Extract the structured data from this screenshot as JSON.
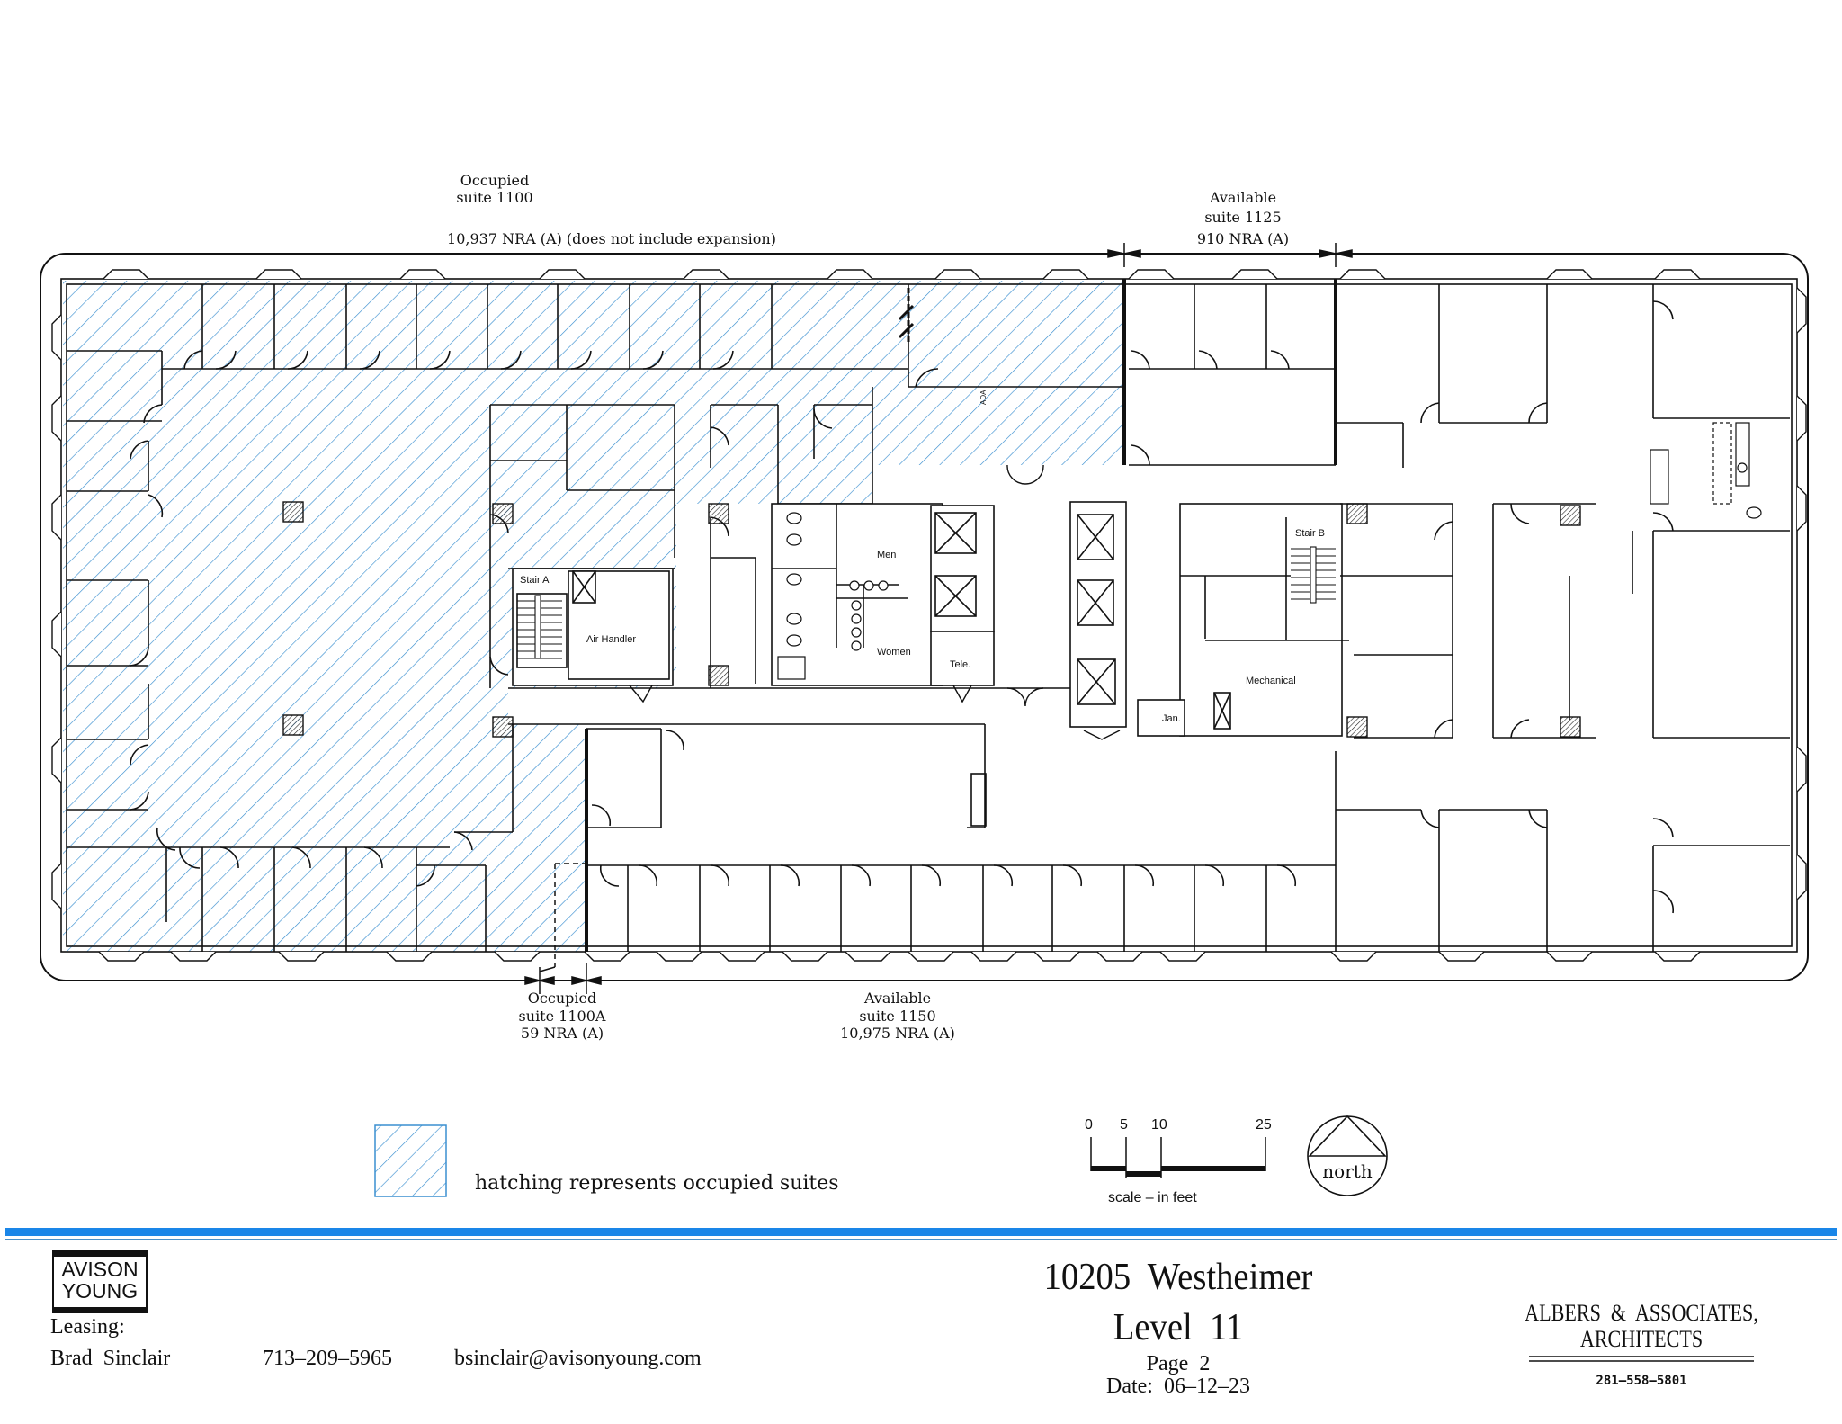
{
  "suites": {
    "s1100": {
      "status": "Occupied",
      "name": "suite 1100",
      "area": "10,937 NRA (A) (does not include expansion)"
    },
    "s1125": {
      "status": "Available",
      "name": "suite 1125",
      "area": "910 NRA (A)"
    },
    "s1100a": {
      "status": "Occupied",
      "name": "suite 1100A",
      "area": "59 NRA (A)"
    },
    "s1150": {
      "status": "Available",
      "name": "suite 1150",
      "area": "10,975 NRA (A)"
    }
  },
  "rooms": {
    "stair_a": "Stair A",
    "air_handler": "Air Handler",
    "men": "Men",
    "women": "Women",
    "tele": "Tele.",
    "stair_b": "Stair B",
    "mechanical": "Mechanical",
    "janitor": "Jan.",
    "ada": "ADA"
  },
  "legend": {
    "hatch_text": "hatching represents occupied suites",
    "hatch_color": "#3a8fd0"
  },
  "scale": {
    "ticks": [
      "0",
      "5",
      "10",
      "25"
    ],
    "caption": "scale – in feet"
  },
  "north": {
    "label": "north"
  },
  "colors": {
    "banner": "#1a86e8",
    "banner_thin": "#4a90c8",
    "line": "#111111"
  },
  "footer": {
    "logo_line1": "AVISON",
    "logo_line2": "YOUNG",
    "leasing_label": "Leasing:",
    "contact_name": "Brad  Sinclair",
    "contact_phone": "713–209–5965",
    "contact_email": "bsinclair@avisonyoung.com",
    "building": "10205  Westheimer",
    "level": "Level  11",
    "page": "Page  2",
    "date": "Date:  06–12–23",
    "architect_line1": "ALBERS  &  ASSOCIATES,",
    "architect_line2": "ARCHITECTS",
    "architect_phone": "281–558–5801"
  }
}
